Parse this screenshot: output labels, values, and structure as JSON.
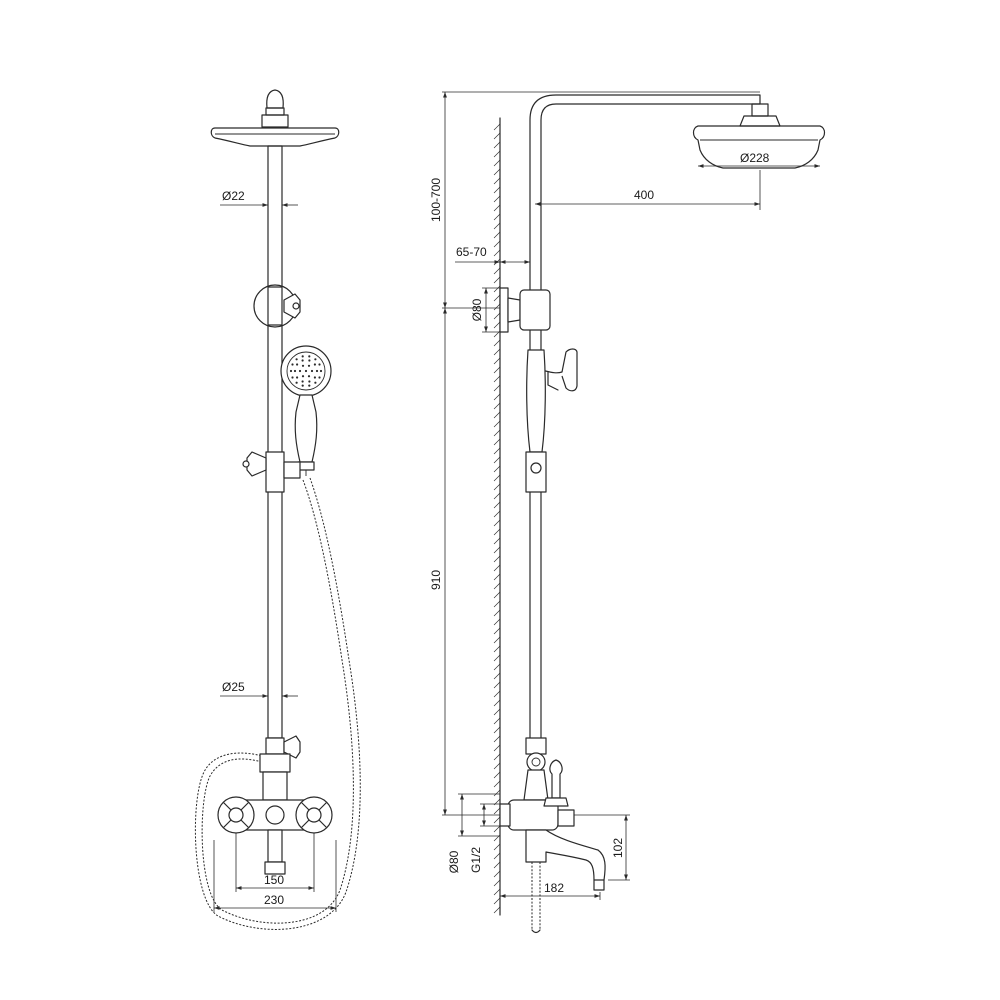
{
  "front_view": {
    "dim_pipe_upper": "Ø22",
    "dim_pipe_lower": "Ø25",
    "dim_inlet_spacing": "150",
    "dim_total_width": "230"
  },
  "side_view": {
    "dim_height_adjust": "100-700",
    "dim_wall_offset": "65-70",
    "dim_bracket": "Ø80",
    "dim_arm_reach": "400",
    "dim_head_diameter": "Ø228",
    "dim_column_height": "910",
    "dim_spout_height": "102",
    "dim_spout_reach": "182",
    "dim_escutcheon": "Ø80",
    "dim_thread": "G1/2"
  }
}
